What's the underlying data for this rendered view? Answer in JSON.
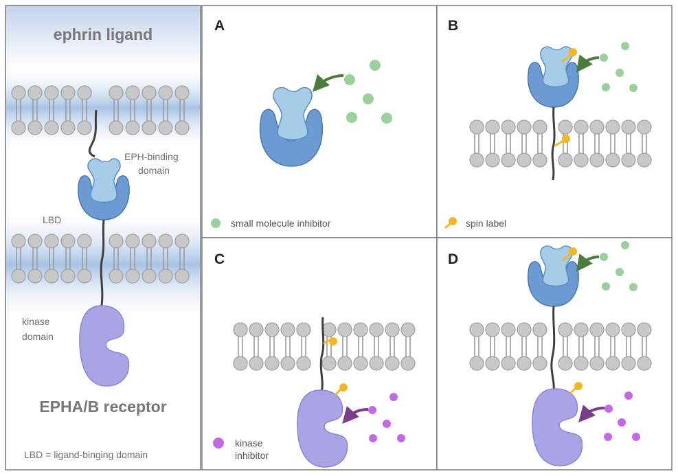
{
  "left_panel": {
    "title_top": "ephrin ligand",
    "label_eph_binding_1": "EPH-binding",
    "label_eph_binding_2": "domain",
    "label_lbd": "LBD",
    "label_kinase_1": "kinase",
    "label_kinase_2": "domain",
    "title_bottom": "EPHA/B receptor",
    "footnote": "LBD = ligand-binging domain"
  },
  "panels": {
    "A": {
      "letter": "A",
      "legend": "small molecule inhibitor"
    },
    "B": {
      "letter": "B",
      "legend": "spin label"
    },
    "C": {
      "letter": "C",
      "legend_1": "kinase",
      "legend_2": "inhibitor"
    },
    "D": {
      "letter": "D"
    }
  },
  "colors": {
    "receptor_outer": "#6b9bd2",
    "receptor_inner": "#a6cde8",
    "kinase": "#a9a4e6",
    "lipid_head": "#c8c8c8",
    "small_molecule": "#9bd09c",
    "kinase_inhibitor": "#c26ae6",
    "spin_label": "#f5b625",
    "arrow_green": "#4a7d3d",
    "arrow_purple": "#7a3d8a",
    "membrane_band": "#b9cdea"
  }
}
